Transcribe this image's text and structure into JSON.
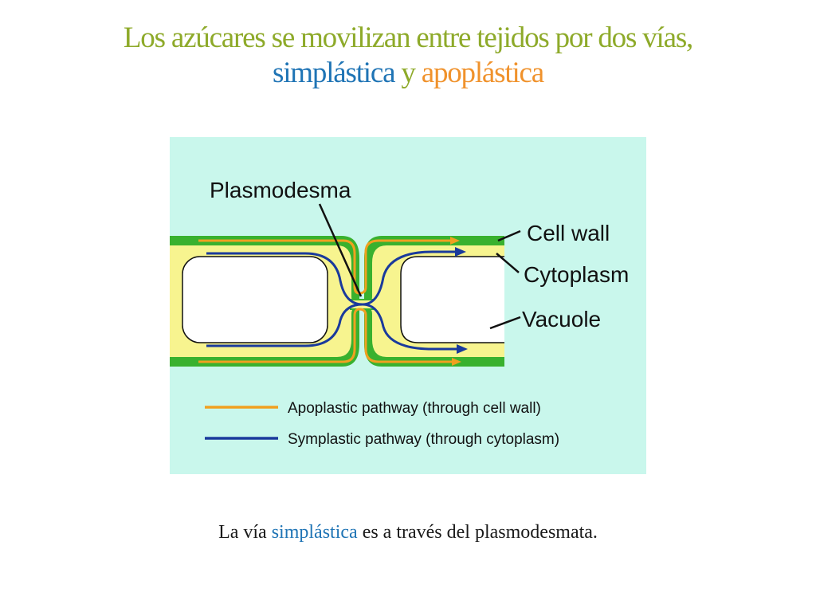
{
  "title": {
    "line1": "Los azúcares se movilizan entre tejidos por dos vías,",
    "line2_part1": "simplástica",
    "line2_part2": "y",
    "line2_part3": "apoplástica"
  },
  "diagram": {
    "labels": {
      "plasmodesma": "Plasmodesma",
      "cell_wall": "Cell wall",
      "cytoplasm": "Cytoplasm",
      "vacuole": "Vacuole"
    },
    "legend": {
      "apoplastic": "Apoplastic pathway (through cell wall)",
      "symplastic": "Symplastic pathway (through cytoplasm)"
    },
    "colors": {
      "background": "#c9f7ec",
      "cell_wall": "#39b12e",
      "cytoplasm": "#f7f48f",
      "vacuole": "#ffffff",
      "apoplastic": "#f0a020",
      "symplastic": "#1a3a9c"
    }
  },
  "caption": {
    "part1": "La vía",
    "part2": "simplástica",
    "part3": "es a través del plasmodesmata."
  }
}
